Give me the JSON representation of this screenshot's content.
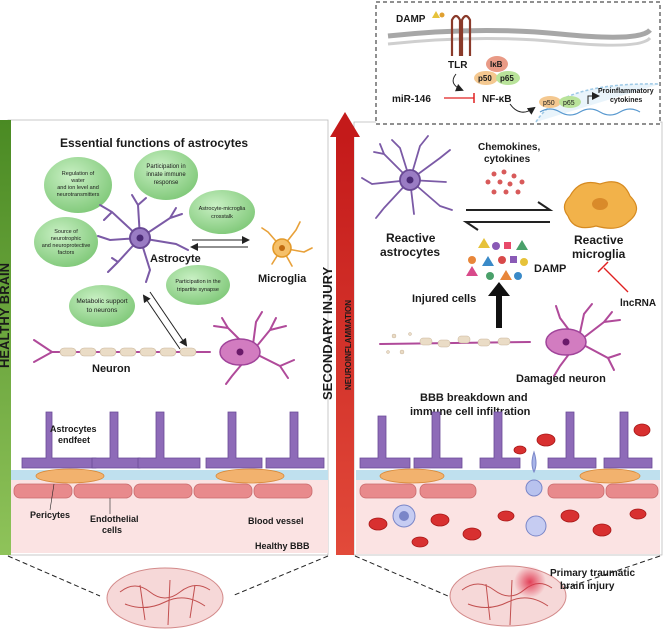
{
  "left_panel": {
    "side_label": "HEALTHY BRAIN",
    "heading": "Essential functions of astrocytes",
    "bubbles": [
      {
        "l1": "Regulation of",
        "l2": "water",
        "l3": "and ion level  and",
        "l4": "neurotransmitters"
      },
      {
        "l1": "Participation in",
        "l2": "innate immune",
        "l3": "response"
      },
      {
        "l1": "Astrocyte-microglia",
        "l2": "crosstalk"
      },
      {
        "l1": "Source of",
        "l2": "neurotrophic",
        "l3": "and neuroprotective",
        "l4": "factors"
      },
      {
        "l1": "Participation in the",
        "l2": "tripartite synapse"
      },
      {
        "l1": "Metabolic support",
        "l2": "to neurons"
      }
    ],
    "astrocyte": "Astrocyte",
    "microglia": "Microglia",
    "neuron": "Neuron",
    "endfeet_l1": "Astrocytes",
    "endfeet_l2": "endfeet",
    "pericytes": "Pericytes",
    "endo_l1": "Endothelial",
    "endo_l2": "cells",
    "blood_vessel": "Blood vessel",
    "bbb": "Healthy BBB"
  },
  "right_panel": {
    "side_label_1": "SECONDARY INJURY",
    "side_label_2": "NEUROINFLAMMATION",
    "inset": {
      "damp": "DAMP",
      "tlr": "TLR",
      "ikb": "IκB",
      "p50": "p50",
      "p65": "p65",
      "nfkb": "NF-κB",
      "mir": "miR-146",
      "p50b": "p50",
      "p65b": "p65",
      "pro_l1": "Proinflammatory",
      "pro_l2": "cytokines"
    },
    "chemokines_l1": "Chemokines,",
    "chemokines_l2": "cytokines",
    "reactive_astro_l1": "Reactive",
    "reactive_astro_l2": "astrocytes",
    "reactive_micro_l1": "Reactive",
    "reactive_micro_l2": "microglia",
    "damp": "DAMP",
    "lncrna": "lncRNA",
    "injured": "Injured  cells",
    "damaged_neuron": "Damaged neuron",
    "bbb_l1": "BBB breakdown and",
    "bbb_l2": "immune cell infiltration",
    "primary_l1": "Primary traumatic",
    "primary_l2": "brain injury"
  },
  "colors": {
    "green_bar": "#3b7a1e",
    "red_arrow": "#c81e1e",
    "bubble": "#8fd18a",
    "purple": "#7b5aa6",
    "neuron_pink": "#c05aa8",
    "microglia": "#f2b24a",
    "pericyte": "#f0b070",
    "endothelial": "#e8888a",
    "vessel_bg": "#fbe3e3",
    "inhibit_red": "#e02020"
  }
}
